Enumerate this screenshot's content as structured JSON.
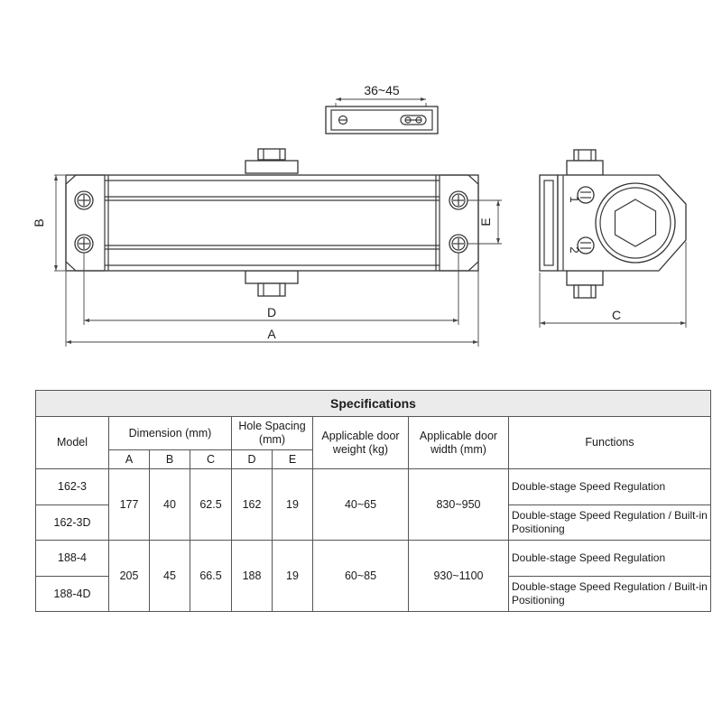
{
  "drawing": {
    "label_36_45": "36~45",
    "label_A": "A",
    "label_B": "B",
    "label_C": "C",
    "label_D": "D",
    "label_E": "E",
    "valve_1": "1",
    "valve_2": "2"
  },
  "table": {
    "title": "Specifications",
    "header": {
      "model": "Model",
      "dimension": "Dimension (mm)",
      "hole_spacing": "Hole Spacing (mm)",
      "weight": "Applicable door weight (kg)",
      "width": "Applicable door width (mm)",
      "functions": "Functions",
      "a": "A",
      "b": "B",
      "c": "C",
      "d": "D",
      "e": "E"
    },
    "groups": [
      {
        "A": "177",
        "B": "40",
        "C": "62.5",
        "D": "162",
        "E": "19",
        "weight": "40~65",
        "width": "830~950",
        "rows": [
          {
            "model": "162-3",
            "function": "Double-stage Speed Regulation"
          },
          {
            "model": "162-3D",
            "function": "Double-stage Speed Regulation / Built-in Positioning"
          }
        ]
      },
      {
        "A": "205",
        "B": "45",
        "C": "66.5",
        "D": "188",
        "E": "19",
        "weight": "60~85",
        "width": "930~1100",
        "rows": [
          {
            "model": "188-4",
            "function": "Double-stage Speed Regulation"
          },
          {
            "model": "188-4D",
            "function": "Double-stage Speed Regulation / Built-in Positioning"
          }
        ]
      }
    ]
  }
}
